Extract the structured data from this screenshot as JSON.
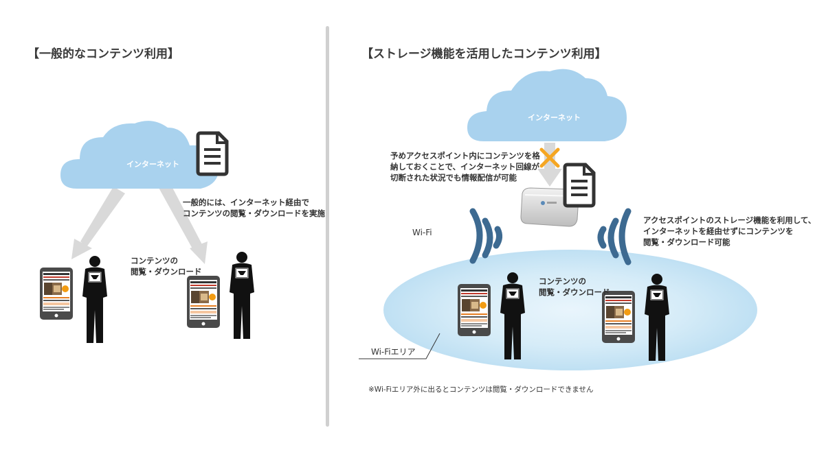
{
  "left": {
    "title": "【一般的なコンテンツ利用】",
    "cloud_label": "インターネット",
    "note_lines": [
      "一般的には、インターネット経由で",
      "コンテンツの閲覧・ダウンロードを実施"
    ],
    "person_label_lines": [
      "コンテンツの",
      "閲覧・ダウンロード"
    ]
  },
  "right": {
    "title": "【ストレージ機能を活用したコンテンツ利用】",
    "cloud_label": "インターネット",
    "note_left_lines": [
      "予めアクセスポイント内にコンテンツを格",
      "納しておくことで、インターネット回線が",
      "切断された状況でも情報配信が可能"
    ],
    "note_right_lines": [
      "アクセスポイントのストレージ機能を利用して、",
      "インターネットを経由せずにコンテンツを",
      "閲覧・ダウンロード可能"
    ],
    "wifi_label": "Wi-Fi",
    "person_label_lines": [
      "コンテンツの",
      "閲覧・ダウンロード"
    ],
    "area_label": "Wi-Fiエリア",
    "footnote": "※Wi-Fiエリア外に出るとコンテンツは閲覧・ダウンロードできません"
  },
  "colors": {
    "cloud": "#a9d2ee",
    "arrow": "#d9d9d9",
    "wifi_waves": "#3d6a91",
    "cross": "#f5a623",
    "silhouette": "#111111",
    "area": "#cbe6f6"
  },
  "icons": [
    "document-icon",
    "cloud-icon",
    "tablet-icon",
    "person-icon",
    "access-point-icon",
    "wifi-waves-icon",
    "cross-icon"
  ]
}
